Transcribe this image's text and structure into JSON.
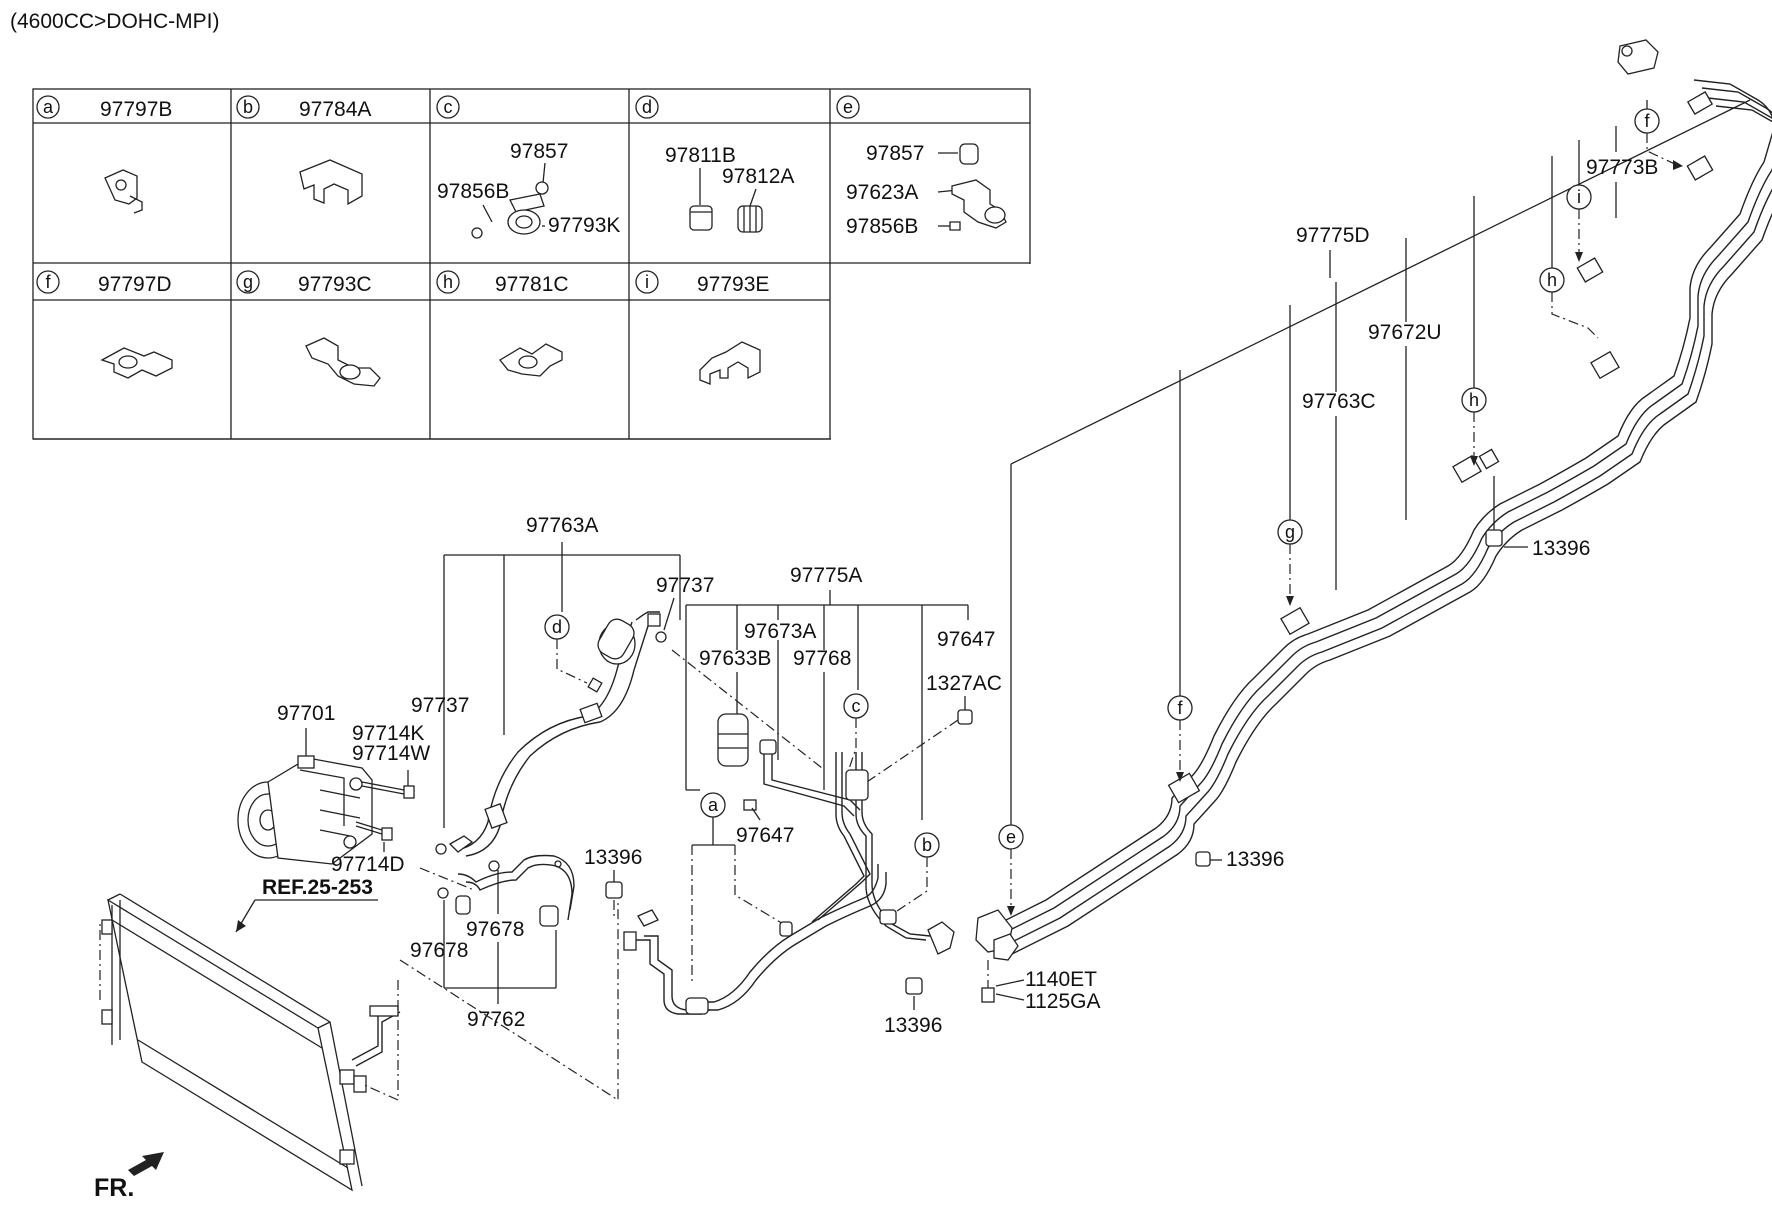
{
  "header": {
    "engine": "(4600CC>DOHC-MPI)"
  },
  "table": {
    "cells": [
      {
        "key": "a",
        "parts": [
          "97797B"
        ]
      },
      {
        "key": "b",
        "parts": [
          "97784A"
        ]
      },
      {
        "key": "c",
        "parts": [
          "97857",
          "97856B",
          "97793K"
        ]
      },
      {
        "key": "d",
        "parts": [
          "97811B",
          "97812A"
        ]
      },
      {
        "key": "e",
        "parts": [
          "97857",
          "97623A",
          "97856B"
        ]
      },
      {
        "key": "f",
        "parts": [
          "97797D"
        ]
      },
      {
        "key": "g",
        "parts": [
          "97793C"
        ]
      },
      {
        "key": "h",
        "parts": [
          "97781C"
        ]
      },
      {
        "key": "i",
        "parts": [
          "97793E"
        ]
      }
    ]
  },
  "labels": {
    "97701": "97701",
    "97714K": "97714K",
    "97714W": "97714W",
    "97714D": "97714D",
    "ref": "REF.25-253",
    "97737a": "97737",
    "97763A": "97763A",
    "97737b": "97737",
    "97775A": "97775A",
    "97673A": "97673A",
    "97633B": "97633B",
    "97768": "97768",
    "97647a": "97647",
    "1327AC": "1327AC",
    "97647b": "97647",
    "13396a": "13396",
    "97678a": "97678",
    "97678b": "97678",
    "97762": "97762",
    "13396b": "13396",
    "1140ET": "1140ET",
    "1125GA": "1125GA",
    "13396c": "13396",
    "97775D": "97775D",
    "97672U": "97672U",
    "97763C": "97763C",
    "97773B": "97773B",
    "13396d": "13396",
    "fr": "FR."
  },
  "callouts": {
    "d": "d",
    "c": "c",
    "a": "a",
    "b": "b",
    "e": "e",
    "f1": "f",
    "g": "g",
    "h1": "h",
    "h2": "h",
    "i": "i",
    "f2": "f"
  }
}
